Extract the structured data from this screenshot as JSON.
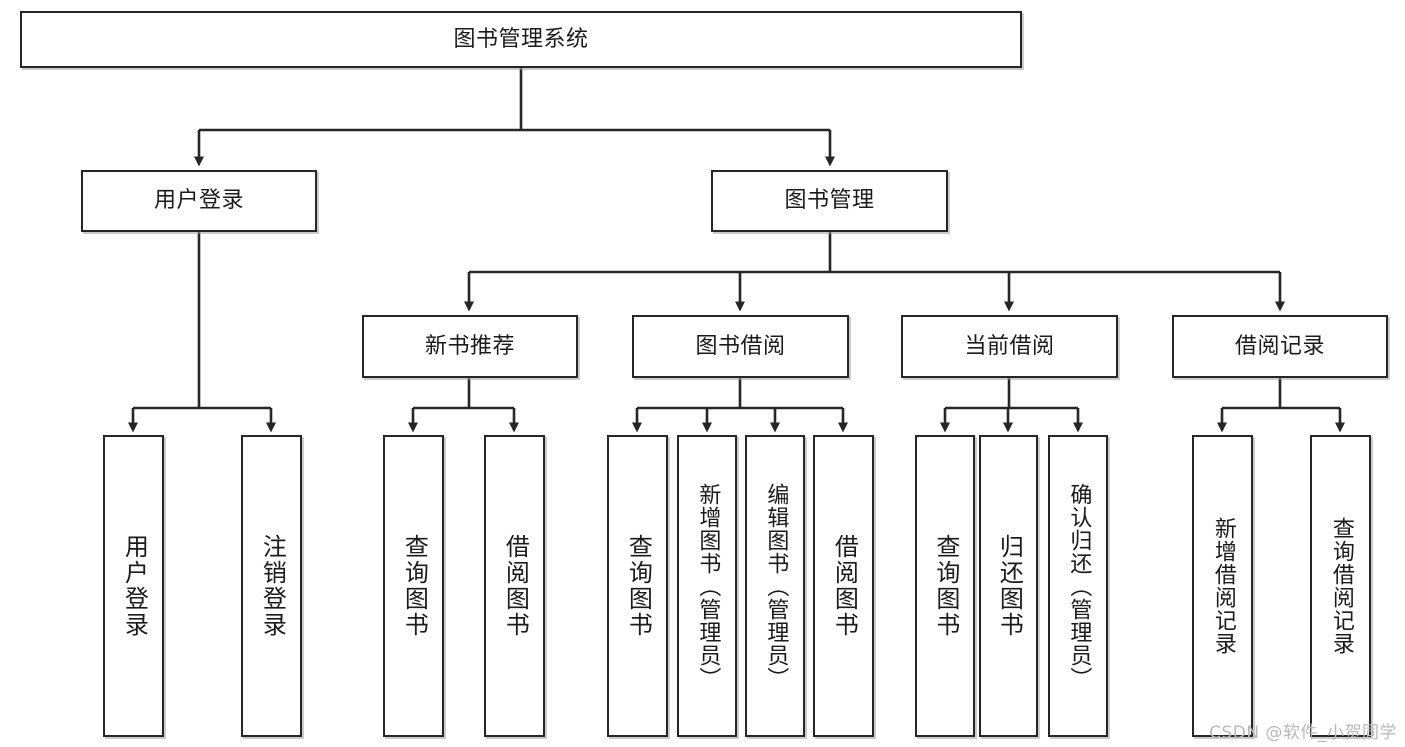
{
  "diagram": {
    "type": "tree-hierarchy",
    "title": "图书管理系统",
    "watermark": "CSDN @软件_小贺同学",
    "colors": {
      "box_border": "#262626",
      "box_fill": "#ffffff",
      "edge": "#262626",
      "text": "#1b1b1b",
      "watermark": "#b9b9b9",
      "background": "#ffffff"
    },
    "nodes": {
      "root": {
        "label": "图书管理系统"
      },
      "level2": [
        {
          "id": "user-login",
          "label": "用户登录"
        },
        {
          "id": "book-manage",
          "label": "图书管理"
        }
      ],
      "level3": [
        {
          "id": "new-book-recommend",
          "label": "新书推荐"
        },
        {
          "id": "book-borrow",
          "label": "图书借阅"
        },
        {
          "id": "current-borrow",
          "label": "当前借阅"
        },
        {
          "id": "borrow-record",
          "label": "借阅记录"
        }
      ],
      "leaves": {
        "user_login": [
          {
            "id": "leaf-user-login",
            "label": "用户登录"
          },
          {
            "id": "leaf-logout-login",
            "label": "注销登录"
          }
        ],
        "new_book_recommend": [
          {
            "id": "leaf-query-book-1",
            "label": "查询图书"
          },
          {
            "id": "leaf-borrow-book-1",
            "label": "借阅图书"
          }
        ],
        "book_borrow": [
          {
            "id": "leaf-query-book-2",
            "label": "查询图书"
          },
          {
            "id": "leaf-add-book",
            "label": "新增图书（管理员）"
          },
          {
            "id": "leaf-edit-book",
            "label": "编辑图书（管理员）"
          },
          {
            "id": "leaf-borrow-book-2",
            "label": "借阅图书"
          }
        ],
        "current_borrow": [
          {
            "id": "leaf-query-book-3",
            "label": "查询图书"
          },
          {
            "id": "leaf-return-book",
            "label": "归还图书"
          },
          {
            "id": "leaf-confirm-return",
            "label": "确认归还（管理员）"
          }
        ],
        "borrow_record": [
          {
            "id": "leaf-add-record",
            "label": "新增借阅记录"
          },
          {
            "id": "leaf-query-record",
            "label": "查询借阅记录"
          }
        ]
      }
    }
  }
}
